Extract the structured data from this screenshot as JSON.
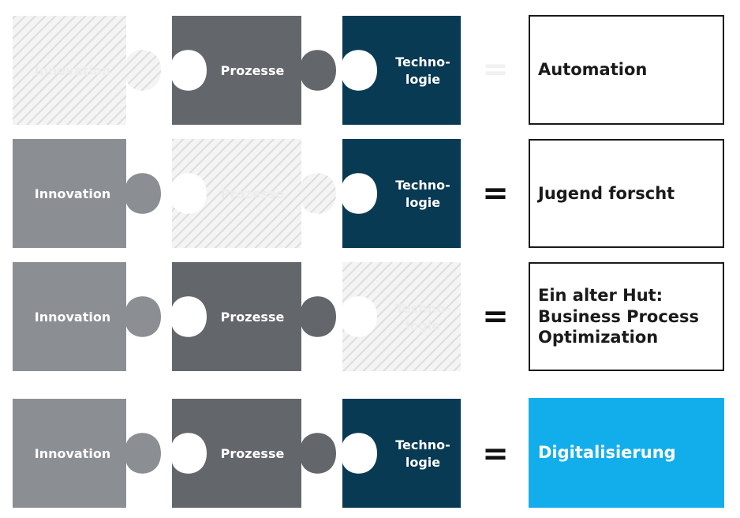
{
  "colors": {
    "innovation": "#8b8f93",
    "prozesse": "#63676b",
    "technologie": "#093a54",
    "missing_fill": "#f4f4f4",
    "missing_hatch": "#dddddd",
    "highlight": "#12aeec"
  },
  "rows": [
    {
      "pieces": [
        {
          "key": "innovation",
          "label": "Innovation",
          "missing": true
        },
        {
          "key": "prozesse",
          "label": "Prozesse",
          "missing": false
        },
        {
          "key": "technologie",
          "label": "Techno-\nlogie",
          "missing": false
        }
      ],
      "equals": "=",
      "equals_faint": true,
      "result": "Automation",
      "highlight": false
    },
    {
      "pieces": [
        {
          "key": "innovation",
          "label": "Innovation",
          "missing": false
        },
        {
          "key": "prozesse",
          "label": "Prozesse",
          "missing": true
        },
        {
          "key": "technologie",
          "label": "Techno-\nlogie",
          "missing": false
        }
      ],
      "equals": "=",
      "equals_faint": false,
      "result": "Jugend forscht",
      "highlight": false
    },
    {
      "pieces": [
        {
          "key": "innovation",
          "label": "Innovation",
          "missing": false
        },
        {
          "key": "prozesse",
          "label": "Prozesse",
          "missing": false
        },
        {
          "key": "technologie",
          "label": "Techno-\nlogie",
          "missing": true
        }
      ],
      "equals": "=",
      "equals_faint": false,
      "result": "Ein alter Hut:\nBusiness Process\nOptimization",
      "highlight": false
    },
    {
      "pieces": [
        {
          "key": "innovation",
          "label": "Innovation",
          "missing": false
        },
        {
          "key": "prozesse",
          "label": "Prozesse",
          "missing": false
        },
        {
          "key": "technologie",
          "label": "Techno-\nlogie",
          "missing": false
        }
      ],
      "equals": "=",
      "equals_faint": false,
      "result": "Digitalisierung",
      "highlight": true
    }
  ]
}
